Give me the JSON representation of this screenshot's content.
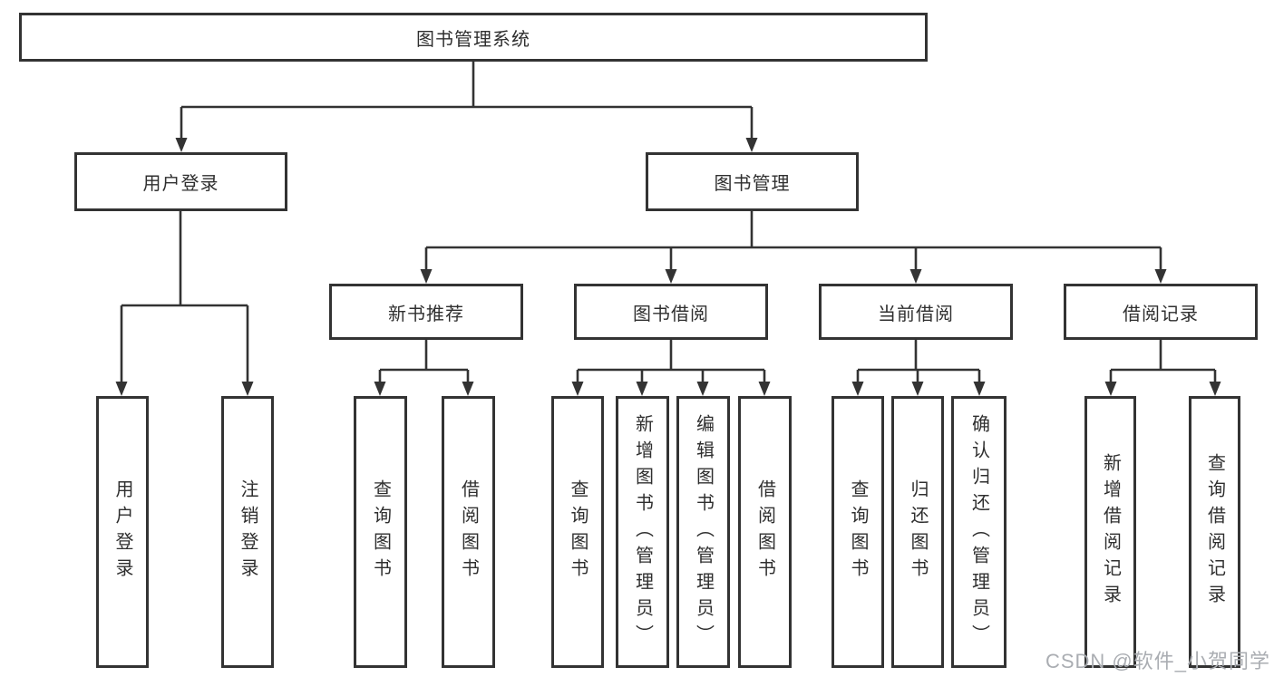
{
  "diagram": {
    "root_label": "图书管理系统",
    "user_login": {
      "label": "用户登录",
      "children": [
        "用户登录",
        "注销登录"
      ]
    },
    "book_mgmt": {
      "label": "图书管理",
      "sections": [
        {
          "label": "新书推荐",
          "children": [
            "查询图书",
            "借阅图书"
          ]
        },
        {
          "label": "图书借阅",
          "children": [
            "查询图书",
            "新增图书（管理员）",
            "编辑图书（管理员）",
            "借阅图书"
          ]
        },
        {
          "label": "当前借阅",
          "children": [
            "查询图书",
            "归还图书",
            "确认归还（管理员）"
          ]
        },
        {
          "label": "借阅记录",
          "children": [
            "新增借阅记录",
            "查询借阅记录"
          ]
        }
      ]
    },
    "watermark": "CSDN @软件_小贺同学",
    "colors": {
      "line": "#333333",
      "text": "#2f2f2f",
      "watermark": "#aaadb2",
      "background": "#ffffff"
    }
  }
}
